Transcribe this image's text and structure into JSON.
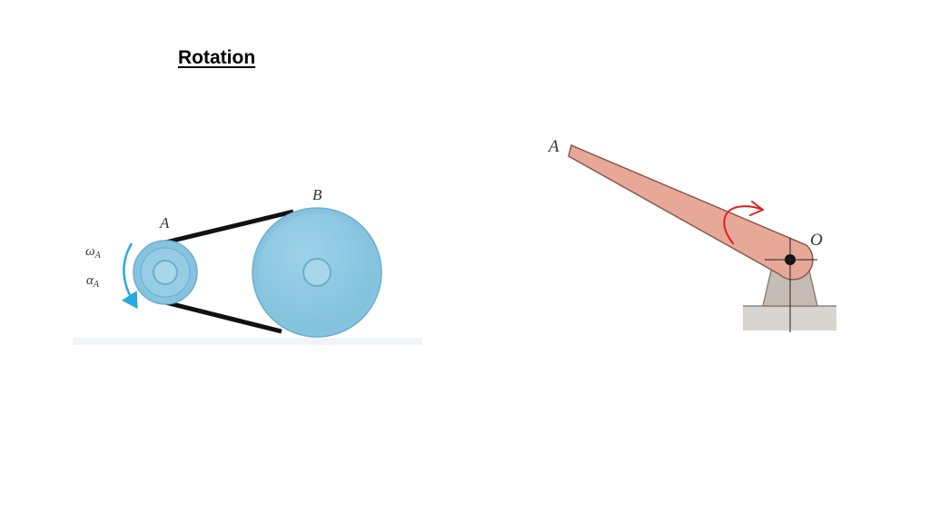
{
  "slide": {
    "title": "Rotation"
  },
  "pulley_diagram": {
    "pulley_a_label": "A",
    "pulley_b_label": "B",
    "omega_symbol": "ω",
    "omega_subscript": "A",
    "alpha_symbol": "α",
    "alpha_subscript": "A",
    "pulley_color": "#88C6E0",
    "hub_color": "#A9D7EA",
    "belt_color": "#111111",
    "arrow_color": "#29A9E0"
  },
  "rod_diagram": {
    "end_label": "A",
    "pivot_label": "O",
    "rod_color": "#E8A898",
    "support_color": "#C5BDB5",
    "rotation_arrow_color": "#E02020"
  }
}
